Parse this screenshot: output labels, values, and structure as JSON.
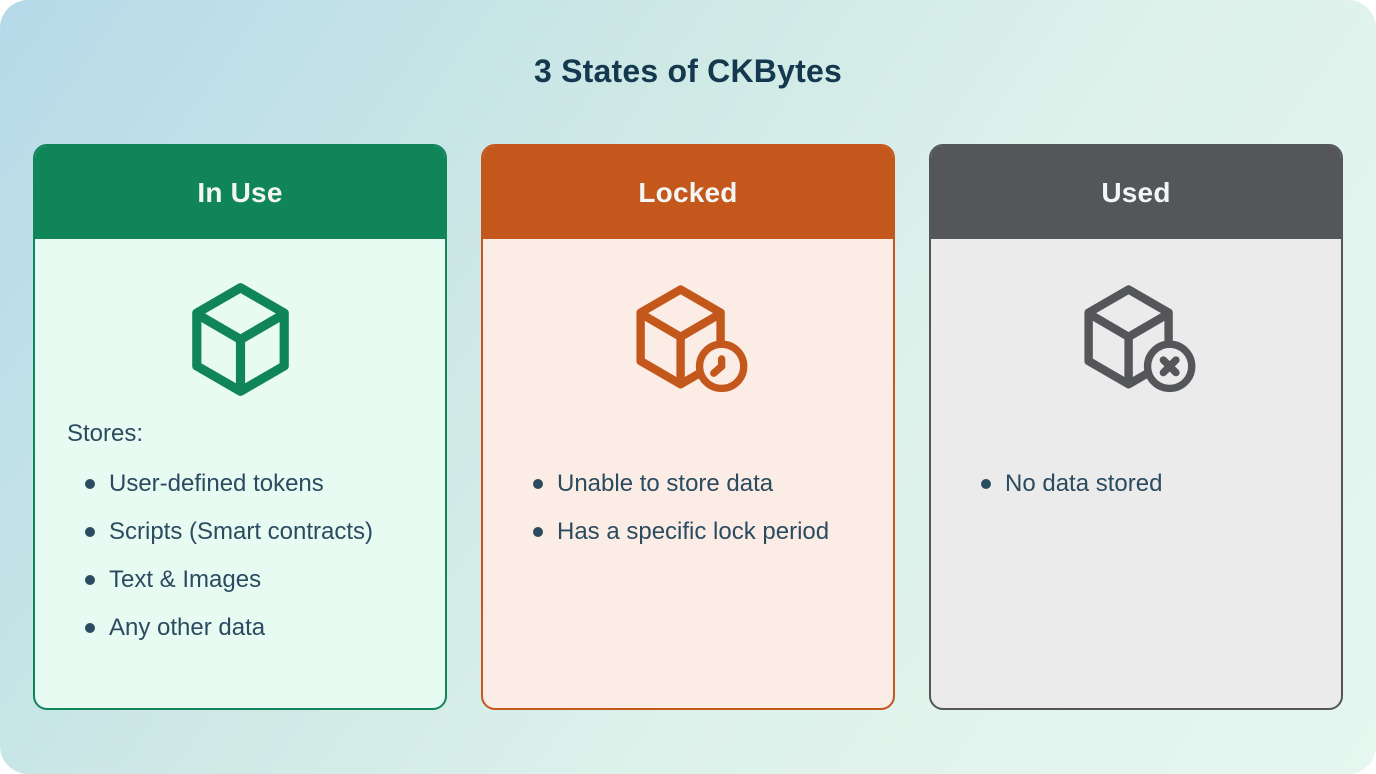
{
  "title": "3 States of CKBytes",
  "colors": {
    "title_text": "#14384e",
    "body_text": "#2b4b60",
    "header_text": "#f3f6f5",
    "background_gradient_start": "#b5dae9",
    "background_gradient_end": "#e6f7f0"
  },
  "cards": [
    {
      "label": "In Use",
      "icon": "cube-icon",
      "accent": "#11855a",
      "body_bg": "#e8fbf2",
      "intro": "Stores:",
      "bullets": [
        "User-defined tokens",
        "Scripts (Smart contracts)",
        "Text & Images",
        "Any other data"
      ]
    },
    {
      "label": "Locked",
      "icon": "cube-clock-icon",
      "accent": "#c4581c",
      "body_bg": "#fbede5",
      "intro": "",
      "bullets": [
        "Unable to store data",
        "Has a specific lock period"
      ]
    },
    {
      "label": "Used",
      "icon": "cube-x-icon",
      "accent": "#54565a",
      "body_bg": "#ebebeb",
      "intro": "",
      "bullets": [
        "No data stored"
      ]
    }
  ]
}
